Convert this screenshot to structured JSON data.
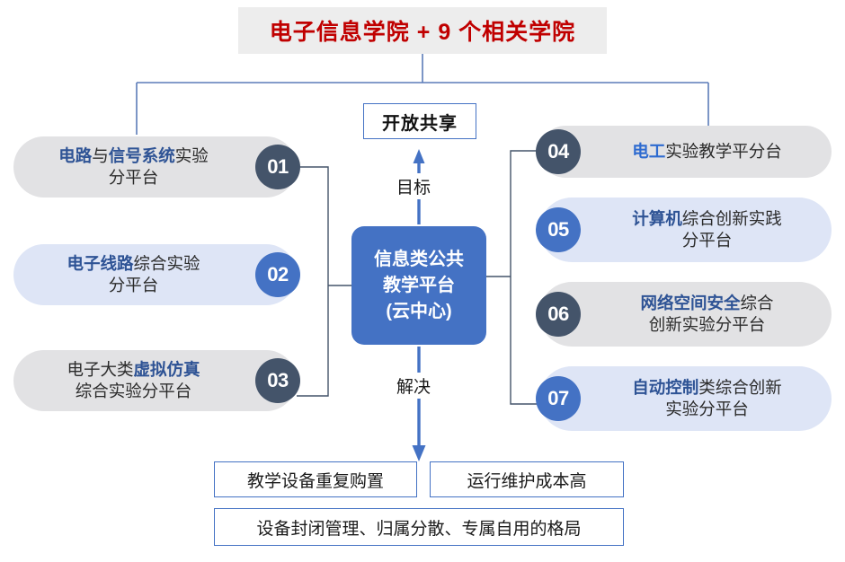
{
  "title": {
    "main": "电子信息学院",
    "plus": "+",
    "secondary": "9 个相关学院",
    "full": "电子信息学院 + 9 个相关学院",
    "bg_color": "#EDEDED",
    "text_color": "#C00000"
  },
  "center": {
    "goal_box": "开放共享",
    "goal_label": "目标",
    "solve_label": "解决",
    "core_line1": "信息类公共",
    "core_line2": "教学平台",
    "core_line3": "(云中心)",
    "core_color": "#4472C4"
  },
  "left_platforms": [
    {
      "number": "01",
      "number_color": "#44546A",
      "bg_color": "#E2E2E4",
      "line1_a": "电路",
      "line1_b": "与",
      "line1_c": "信号系统",
      "line1_d": "实验",
      "line2": "分平台",
      "full_text": "电路与信号系统实验分平台"
    },
    {
      "number": "02",
      "number_color": "#4472C4",
      "bg_color": "#DEE5F6",
      "line1_a": "电子线路",
      "line1_b": "",
      "line1_c": "",
      "line1_d": "综合实验",
      "line2": "分平台",
      "full_text": "电子线路综合实验分平台"
    },
    {
      "number": "03",
      "number_color": "#44546A",
      "bg_color": "#E2E2E4",
      "line1_a": "",
      "line1_b": "电子大类",
      "line1_c": "虚拟仿真",
      "line1_d": "",
      "line2": "综合实验分平台",
      "full_text": "电子大类虚拟仿真综合实验分平台"
    }
  ],
  "right_platforms": [
    {
      "number": "04",
      "number_color": "#44546A",
      "bg_color": "#E2E2E4",
      "line1_a": "电工",
      "line1_d": "实验教学平分台",
      "line2": "",
      "full_text": "电工实验教学平分台"
    },
    {
      "number": "05",
      "number_color": "#4472C4",
      "bg_color": "#DEE5F6",
      "line1_a": "计算机",
      "line1_d": "综合创新实践",
      "line2": "分平台",
      "full_text": "计算机综合创新实践分平台"
    },
    {
      "number": "06",
      "number_color": "#44546A",
      "bg_color": "#E2E2E4",
      "line1_a": "网络空间安全",
      "line1_d": "综合",
      "line2": "创新实验分平台",
      "full_text": "网络空间安全综合创新实验分平台"
    },
    {
      "number": "07",
      "number_color": "#4472C4",
      "bg_color": "#DEE5F6",
      "line1_a": "自动控制",
      "line1_d": "类综合创新",
      "line2": "实验分平台",
      "full_text": "自动控制类综合创新实验分平台"
    }
  ],
  "problems": [
    "教学设备重复购置",
    "运行维护成本高",
    "设备封闭管理、归属分散、专属自用的格局"
  ],
  "colors": {
    "accent_blue": "#4472C4",
    "navy": "#44546A",
    "highlight_navy_text": "#2E5395",
    "highlight_blue_text": "#2E6BD0",
    "connector": "#5B7CB8",
    "bracket": "#44546A"
  }
}
